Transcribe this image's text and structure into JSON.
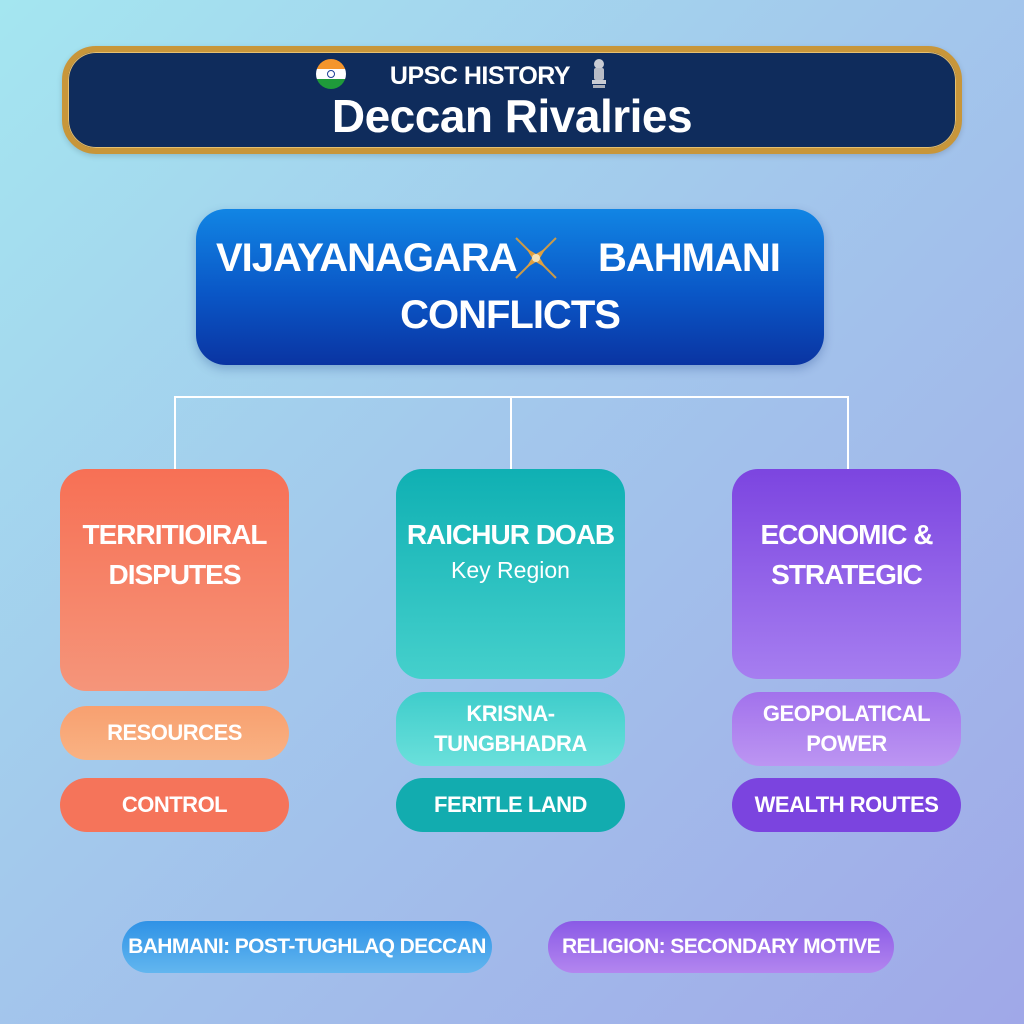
{
  "header": {
    "subtitle": "UPSC HISTORY",
    "title": "Deccan Rivalries",
    "left_icon": "india-flag-icon",
    "right_icon": "national-emblem-icon"
  },
  "main": {
    "left": "VIJAYANAGARA",
    "right": "BAHMANI",
    "bottom": "CONFLICTS",
    "icon": "crossed-swords-icon"
  },
  "categories": [
    {
      "title_line1": "TERRITIOIRAL",
      "title_line2": "DISPUTES",
      "subtitle": "",
      "items": [
        {
          "line1": "RESOURCES",
          "line2": ""
        },
        {
          "line1": "CONTROL",
          "line2": ""
        }
      ]
    },
    {
      "title_line1": "RAICHUR DOAB",
      "title_line2": "",
      "subtitle": "Key Region",
      "items": [
        {
          "line1": "KRISNA-",
          "line2": "TUNGBHADRA"
        },
        {
          "line1": "FERITLE LAND",
          "line2": ""
        }
      ]
    },
    {
      "title_line1": "ECONOMIC &",
      "title_line2": "STRATEGIC",
      "subtitle": "",
      "items": [
        {
          "line1": "GEOPOLATICAL",
          "line2": "POWER"
        },
        {
          "line1": "WEALTH ROUTES",
          "line2": ""
        }
      ]
    }
  ],
  "footer": {
    "note1": "BAHMANI: POST-TUGHLAQ DECCAN",
    "note2": "RELIGION: SECONDARY MOTIVE"
  },
  "colors": {
    "banner_bg": "#0f2c5c",
    "banner_border": "#c8963a",
    "main_box": "#0a56c6",
    "territorial": "#f77055",
    "raichur": "#0fb0b3",
    "economic": "#7c45e0"
  }
}
